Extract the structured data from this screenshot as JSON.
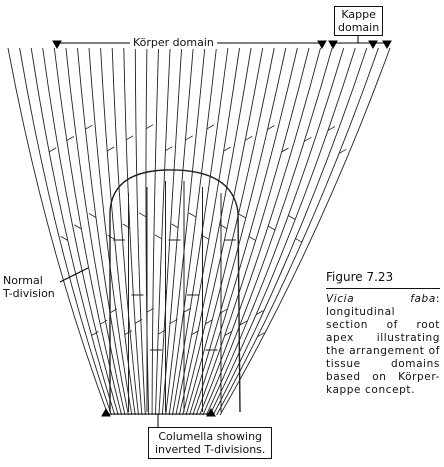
{
  "labels": {
    "korper_domain": "Körper domain",
    "kappe_domain": "Kappe\ndomain",
    "normal_t_division": "Normal\nT-division",
    "columella": "Columella showing\ninverted T-divisions."
  },
  "caption": {
    "figure_number": "Figure 7.23",
    "species": "Vicia faba",
    "text": ": longitudinal section of root apex illustrating the arrangement of tissue domains based on Körper-kappe concept."
  }
}
